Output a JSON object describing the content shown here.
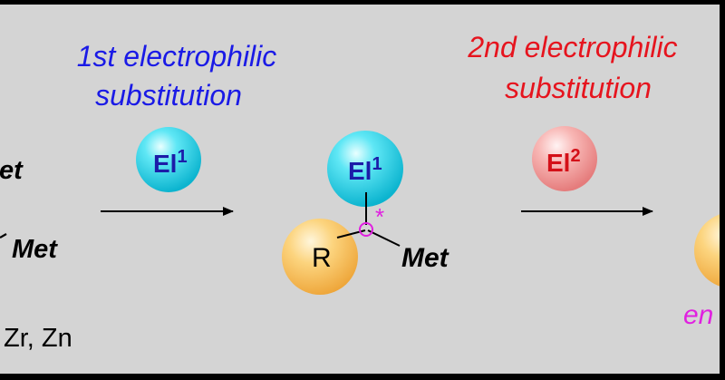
{
  "step1": {
    "line1": "1st electrophilic",
    "line2": "substitution",
    "electrophile": "El",
    "sup": "1"
  },
  "step2": {
    "line1": "2nd electrophilic",
    "line2": "substitution",
    "electrophile": "El",
    "sup": "2"
  },
  "left_partial": {
    "met_top": "et",
    "met_mid": "Met",
    "metals": "Zr, Zn"
  },
  "intermediate": {
    "electrophile": "El",
    "sup": "1",
    "r_group": "R",
    "met": "Met",
    "stereo_mark": "*"
  },
  "right_partial": {
    "label": "en"
  },
  "colors": {
    "background": "#d4d4d4",
    "frame": "#000000",
    "step1_text": "#1a1ae6",
    "step2_text": "#e6141e",
    "el1_text": "#1c1ca8",
    "el2_text": "#d41018",
    "stereo": "#e020e0"
  }
}
